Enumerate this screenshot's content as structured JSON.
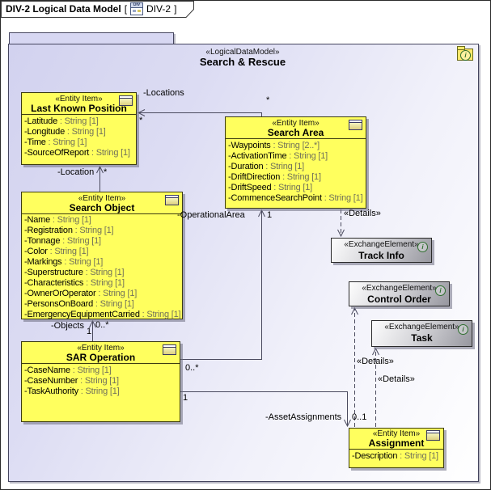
{
  "window": {
    "tab_title": "DIV-2 Logical Data Model",
    "tab_bracket_open": "[",
    "tab_ref": "DIV-2",
    "tab_bracket_close": "]",
    "tab_icon_text": "DIV"
  },
  "frame": {
    "stereotype": "«LogicalDataModel»",
    "title": "Search & Rescue"
  },
  "icons": {
    "info_glyph": "i"
  },
  "entities": {
    "lkp": {
      "stereotype": "«Entity Item»",
      "name": "Last Known Position",
      "attributes": [
        {
          "n": "-Latitude",
          "t": " : String [1]"
        },
        {
          "n": "-Longitude",
          "t": " : String [1]"
        },
        {
          "n": "-Time",
          "t": " : String [1]"
        },
        {
          "n": "-SourceOfReport",
          "t": " : String [1]"
        }
      ]
    },
    "search_area": {
      "stereotype": "«Entity Item»",
      "name": "Search Area",
      "attributes": [
        {
          "n": "-Waypoints",
          "t": " : String [2..*]"
        },
        {
          "n": "-ActivationTime",
          "t": " : String [1]"
        },
        {
          "n": "-Duration",
          "t": " : String [1]"
        },
        {
          "n": "-DriftDirection",
          "t": " : String [1]"
        },
        {
          "n": "-DriftSpeed",
          "t": " : String [1]"
        },
        {
          "n": "-CommenceSearchPoint",
          "t": " : String [1]"
        }
      ]
    },
    "search_object": {
      "stereotype": "«Entity Item»",
      "name": "Search Object",
      "attributes": [
        {
          "n": "-Name",
          "t": " : String [1]"
        },
        {
          "n": "-Registration",
          "t": " : String [1]"
        },
        {
          "n": "-Tonnage",
          "t": " : String [1]"
        },
        {
          "n": "-Color",
          "t": " : String [1]"
        },
        {
          "n": "-Markings",
          "t": " : String [1]"
        },
        {
          "n": "-Superstructure",
          "t": " : String [1]"
        },
        {
          "n": "-Characteristics",
          "t": " : String [1]"
        },
        {
          "n": "-OwnerOrOperator",
          "t": " : String [1]"
        },
        {
          "n": "-PersonsOnBoard",
          "t": " : String [1]"
        },
        {
          "n": "-EmergencyEquipmentCarried",
          "t": " : String [1]"
        }
      ]
    },
    "sar_operation": {
      "stereotype": "«Entity Item»",
      "name": "SAR Operation",
      "attributes": [
        {
          "n": "-CaseName",
          "t": " : String [1]"
        },
        {
          "n": "-CaseNumber",
          "t": " : String [1]"
        },
        {
          "n": "-TaskAuthority",
          "t": " : String [1]"
        }
      ]
    },
    "assignment": {
      "stereotype": "«Entity Item»",
      "name": "Assignment",
      "attributes": [
        {
          "n": "-Description",
          "t": " : String [1]"
        }
      ]
    }
  },
  "exchange_elements": {
    "track_info": {
      "stereotype": "«ExchangeElement»",
      "name": "Track Info"
    },
    "control_order": {
      "stereotype": "«ExchangeElement»",
      "name": "Control Order"
    },
    "task": {
      "stereotype": "«ExchangeElement»",
      "name": "Task"
    }
  },
  "labels": {
    "locations": "-Locations",
    "locations_mult_source": "*",
    "locations_mult_target": "*",
    "location": "-Location",
    "location_mult": "*",
    "operational_area": "-OperationalArea",
    "operational_area_mult": "1",
    "operational_area_mult_source": "0..*",
    "objects": "-Objects",
    "objects_mult_source": "1",
    "objects_mult_target": "0..*",
    "asset_assignments": "-AssetAssignments",
    "asset_assignments_mult_source": "1",
    "asset_assignments_mult_target": "0..1",
    "details": "«Details»"
  },
  "colors": {
    "entity_fill": "#FFFF5E",
    "frame_fill": "#D2D2EF",
    "exchange_fill_light": "#FDFDFD",
    "exchange_fill_dark": "#97979F",
    "line": "#4A4A5E",
    "type_text": "#72725A"
  }
}
